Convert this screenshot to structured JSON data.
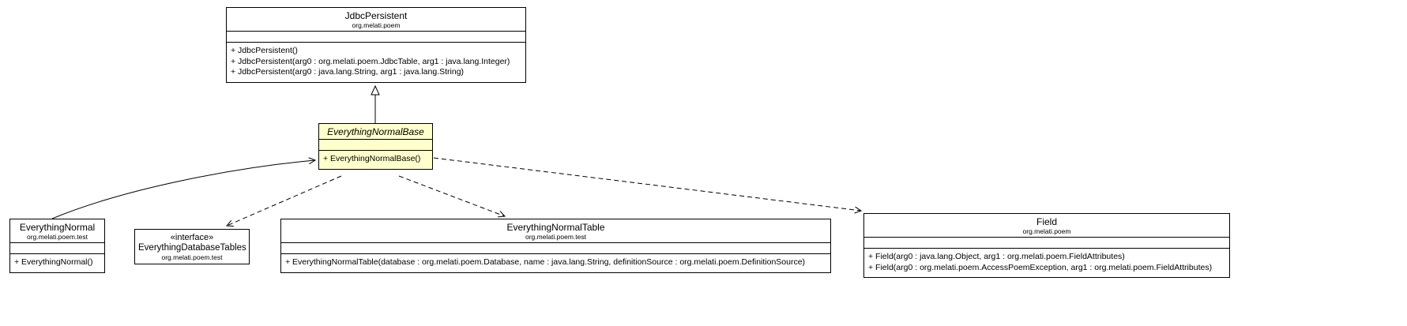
{
  "diagram": {
    "type": "uml-class-diagram",
    "colors": {
      "class_fill": "#ffffff",
      "abstract_class_fill": "#ffffcc",
      "border": "#000000"
    },
    "classes": {
      "jdbc_persistent": {
        "title": "JdbcPersistent",
        "package": "org.melati.poem",
        "methods": [
          "+ JdbcPersistent()",
          "+ JdbcPersistent(arg0 : org.melati.poem.JdbcTable, arg1 : java.lang.Integer)",
          "+ JdbcPersistent(arg0 : java.lang.String, arg1 : java.lang.String)"
        ]
      },
      "everything_normal_base": {
        "title": "EverythingNormalBase",
        "abstract": true,
        "methods": [
          "+ EverythingNormalBase()"
        ]
      },
      "everything_normal": {
        "title": "EverythingNormal",
        "package": "org.melati.poem.test",
        "methods": [
          "+ EverythingNormal()"
        ]
      },
      "everything_database_tables": {
        "stereotype": "«interface»",
        "title": "EverythingDatabaseTables",
        "package": "org.melati.poem.test"
      },
      "everything_normal_table": {
        "title": "EverythingNormalTable",
        "package": "org.melati.poem.test",
        "methods": [
          "+ EverythingNormalTable(database : org.melati.poem.Database, name : java.lang.String, definitionSource : org.melati.poem.DefinitionSource)"
        ]
      },
      "field": {
        "title": "Field",
        "package": "org.melati.poem",
        "methods": [
          "+ Field(arg0 : java.lang.Object, arg1 : org.melati.poem.FieldAttributes)",
          "+ Field(arg0 : org.melati.poem.AccessPoemException, arg1 : org.melati.poem.FieldAttributes)"
        ]
      }
    },
    "relationships": [
      {
        "from": "EverythingNormalBase",
        "to": "JdbcPersistent",
        "type": "generalization",
        "line": "solid",
        "arrowhead": "hollow-triangle"
      },
      {
        "from": "EverythingNormal",
        "to": "EverythingNormalBase",
        "type": "generalization",
        "line": "solid",
        "arrowhead": "open"
      },
      {
        "from": "EverythingNormalBase",
        "to": "EverythingDatabaseTables",
        "type": "dependency",
        "line": "dashed",
        "arrowhead": "open"
      },
      {
        "from": "EverythingNormalBase",
        "to": "EverythingNormalTable",
        "type": "dependency",
        "line": "dashed",
        "arrowhead": "open"
      },
      {
        "from": "EverythingNormalBase",
        "to": "Field",
        "type": "dependency",
        "line": "dashed",
        "arrowhead": "open"
      }
    ]
  }
}
